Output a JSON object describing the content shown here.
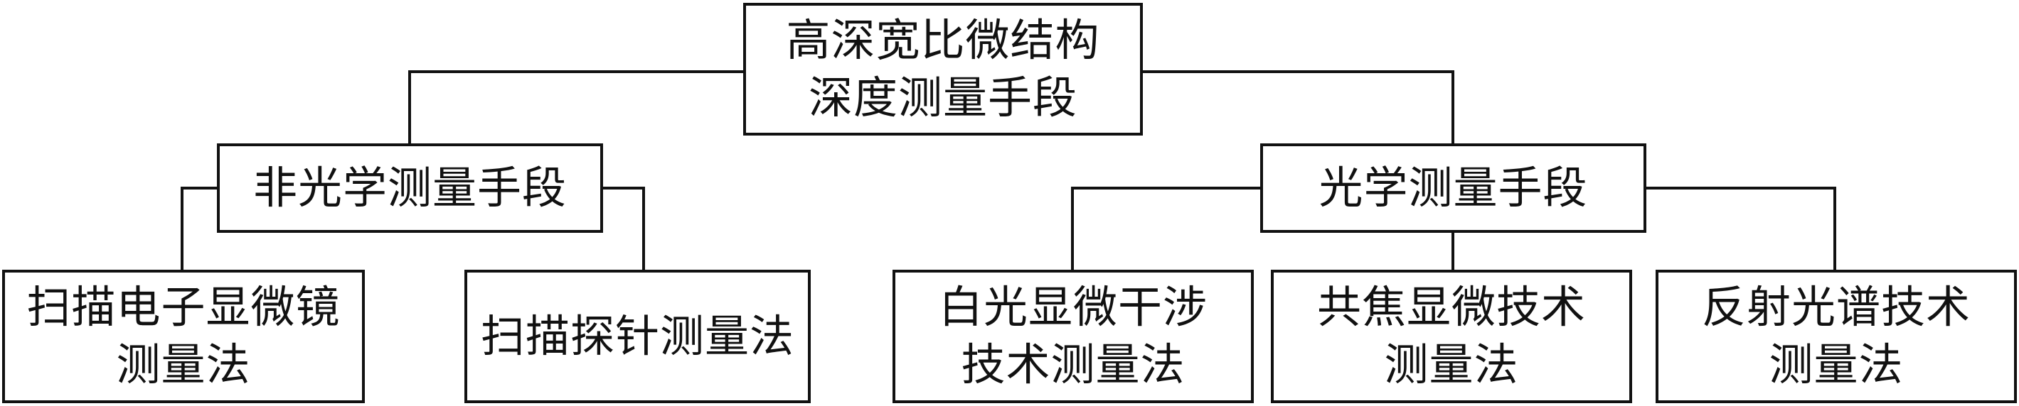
{
  "diagram": {
    "root": {
      "label": "高深宽比微结构\n深度测量手段"
    },
    "branches": [
      {
        "label": "非光学测量手段",
        "children": [
          {
            "label": "扫描电子显微镜\n测量法"
          },
          {
            "label": "扫描探针测量法"
          }
        ]
      },
      {
        "label": "光学测量手段",
        "children": [
          {
            "label": "白光显微干涉\n技术测量法"
          },
          {
            "label": "共焦显微技术\n测量法"
          },
          {
            "label": "反射光谱技术\n测量法"
          }
        ]
      }
    ],
    "colors": {
      "line": "#111111",
      "box_fill": "#ffffff",
      "text": "#111111"
    }
  }
}
